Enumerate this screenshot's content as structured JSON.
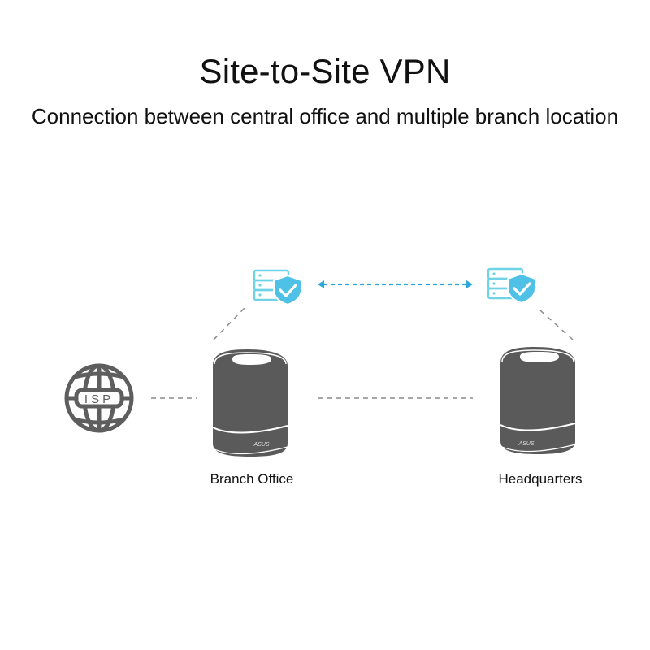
{
  "header": {
    "title": "Site-to-Site VPN",
    "subtitle": "Connection between central office and multiple branch location"
  },
  "nodes": {
    "isp": {
      "label": "ISP",
      "icon": "globe-icon"
    },
    "branch": {
      "label": "Branch Office",
      "brand": "ASUS",
      "icon": "router-icon"
    },
    "hq": {
      "label": "Headquarters",
      "brand": "ASUS",
      "icon": "router-icon"
    },
    "vpn_left": {
      "icon": "secure-server-icon"
    },
    "vpn_right": {
      "icon": "secure-server-icon"
    }
  },
  "colors": {
    "accent": "#3ab8e0",
    "accent_light": "#6fd3e8",
    "device": "#5a5a5a",
    "line": "#8a8a8a"
  }
}
